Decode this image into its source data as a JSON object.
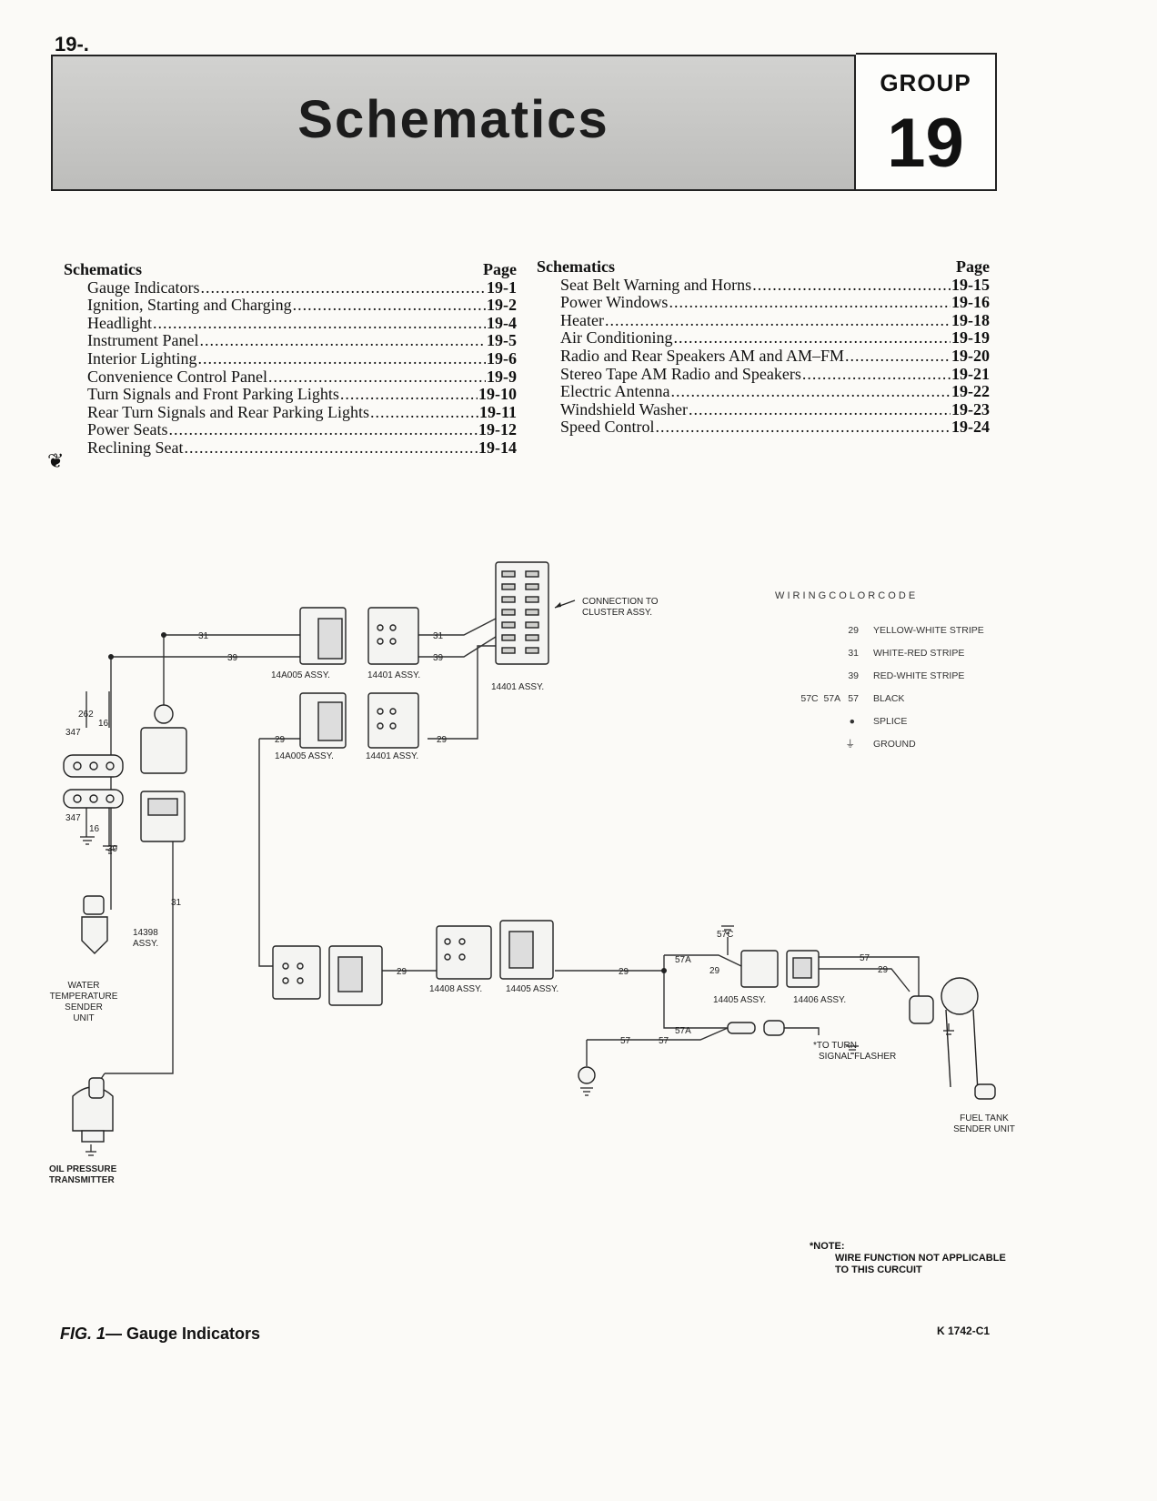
{
  "page": {
    "number": "19-."
  },
  "header": {
    "title": "Schematics",
    "group_label": "GROUP",
    "group_number": "19"
  },
  "toc": {
    "heading": "Schematics",
    "page_heading": "Page",
    "left": [
      {
        "label": "Gauge Indicators",
        "page": "19-1"
      },
      {
        "label": "Ignition, Starting and Charging",
        "page": "19-2"
      },
      {
        "label": "Headlight",
        "page": "19-4"
      },
      {
        "label": "Instrument Panel",
        "page": "19-5"
      },
      {
        "label": "Interior Lighting",
        "page": "19-6"
      },
      {
        "label": "Convenience Control Panel",
        "page": "19-9"
      },
      {
        "label": "Turn Signals and Front Parking Lights",
        "page": "19-10"
      },
      {
        "label": "Rear Turn Signals and Rear Parking Lights",
        "page": "19-11"
      },
      {
        "label": "Power Seats",
        "page": "19-12"
      },
      {
        "label": "Reclining Seat",
        "page": "19-14"
      }
    ],
    "right": [
      {
        "label": "Seat Belt Warning and Horns",
        "page": "19-15"
      },
      {
        "label": "Power Windows",
        "page": "19-16"
      },
      {
        "label": "Heater",
        "page": "19-18"
      },
      {
        "label": "Air Conditioning",
        "page": "19-19"
      },
      {
        "label": "Radio and Rear Speakers AM and AM–FM",
        "page": "19-20"
      },
      {
        "label": "Stereo Tape AM Radio and Speakers",
        "page": "19-21"
      },
      {
        "label": "Electric Antenna",
        "page": "19-22"
      },
      {
        "label": "Windshield Washer",
        "page": "19-23"
      },
      {
        "label": "Speed Control",
        "page": "19-24"
      }
    ]
  },
  "diagram": {
    "wire_31": "31",
    "wire_39": "39",
    "wire_29": "29",
    "wire_57": "57",
    "wire_57a": "57A",
    "wire_57c": "57C",
    "wire_16": "16",
    "wire_262": "262",
    "wire_347": "347",
    "assy_14a005": "14A005 ASSY.",
    "assy_14401": "14401 ASSY.",
    "assy_14398": "14398",
    "assy_word": "ASSY.",
    "assy_14408": "14408 ASSY.",
    "assy_14405": "14405 ASSY.",
    "assy_14406": "14406 ASSY.",
    "connection_line1": "CONNECTION TO",
    "connection_line2": "CLUSTER ASSY.",
    "water_temp": [
      "WATER",
      "TEMPERATURE",
      "SENDER",
      "UNIT"
    ],
    "oil_pressure": [
      "OIL PRESSURE",
      "TRANSMITTER"
    ],
    "turn_flasher": [
      "*TO TURN",
      "SIGNAL FLASHER"
    ],
    "fuel_tank": [
      "FUEL TANK",
      "SENDER UNIT"
    ]
  },
  "color_code": {
    "title": "W I R I N G   C O L O R   C O D E",
    "entries": [
      {
        "code": "29",
        "desc": "YELLOW-WHITE STRIPE"
      },
      {
        "code": "31",
        "desc": "WHITE-RED STRIPE"
      },
      {
        "code": "39",
        "desc": "RED-WHITE STRIPE"
      },
      {
        "code": "57C  57A   57",
        "desc": "BLACK"
      },
      {
        "code": "●",
        "desc": "SPLICE"
      },
      {
        "code": "⏚",
        "desc": "GROUND"
      }
    ]
  },
  "note": {
    "heading": "*NOTE:",
    "line1": "WIRE FUNCTION NOT APPLICABLE",
    "line2": "TO THIS CURCUIT"
  },
  "caption": {
    "fig": "FIG. 1",
    "title": "— Gauge Indicators"
  },
  "ref_code": "K 1742-C1"
}
